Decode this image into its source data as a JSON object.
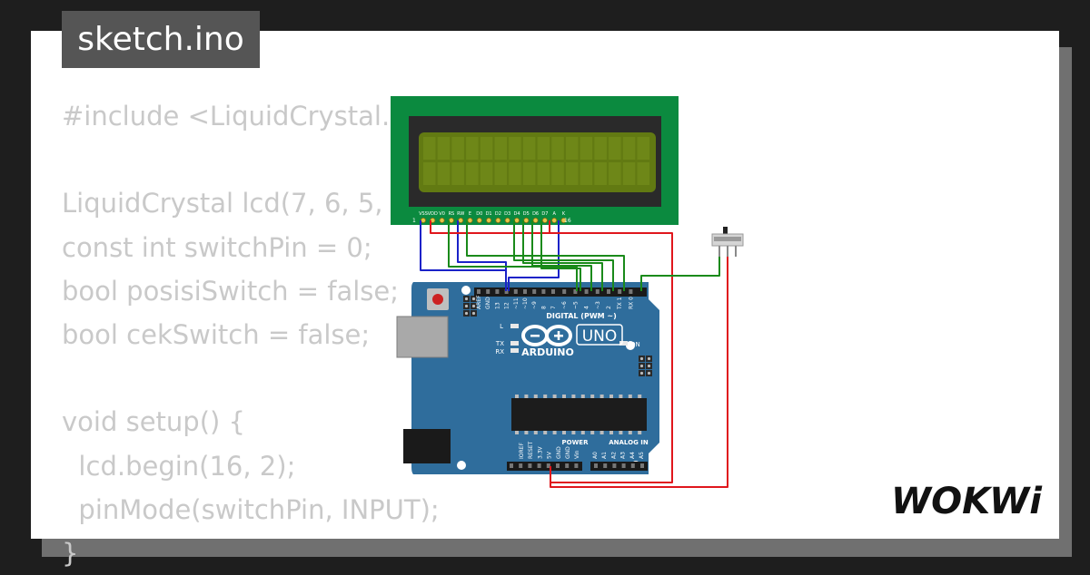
{
  "tab": {
    "filename": "sketch.ino"
  },
  "code_lines": [
    "#include <LiquidCrystal.h>",
    "",
    "LiquidCrystal lcd(7, 6, 5, 4, 3, 2);",
    "const int switchPin = 0;",
    "bool posisiSwitch = false;",
    "bool cekSwitch = false;",
    "",
    "void setup() {",
    "  lcd.begin(16, 2);",
    "  pinMode(switchPin, INPUT);",
    "}"
  ],
  "lcd": {
    "pin_labels": [
      "VSS",
      "VDD",
      "V0",
      "RS",
      "RW",
      "E",
      "D0",
      "D1",
      "D2",
      "D3",
      "D4",
      "D5",
      "D6",
      "D7",
      "A",
      "K"
    ],
    "pin_first": "1",
    "pin_last": "16"
  },
  "arduino": {
    "brand": "ARDUINO",
    "model": "UNO",
    "digital_label": "DIGITAL (PWM ~)",
    "digital_pins": [
      "AREF",
      "GND",
      "13",
      "12",
      "~11",
      "~10",
      "~9",
      "8",
      "7",
      "~6",
      "~5",
      "4",
      "~3",
      "2",
      "TX 1",
      "RX 0"
    ],
    "power_label": "POWER",
    "power_pins": [
      "IOREF",
      "RESET",
      "3.3V",
      "5V",
      "GND",
      "GND",
      "Vin"
    ],
    "analog_label": "ANALOG IN",
    "analog_pins": [
      "A0",
      "A1",
      "A2",
      "A3",
      "A4",
      "A5"
    ],
    "led_labels": {
      "l": "L",
      "tx": "TX",
      "rx": "RX",
      "on": "ON"
    }
  },
  "wires": {
    "gnd_color": "#1a22c8",
    "vcc_color": "#e0161c",
    "signal_color": "#1a8a1a"
  },
  "logo": {
    "text": "WOKWi"
  },
  "colors": {
    "pcb": "#2f6d9c",
    "lcd_board": "#0b8a3f",
    "lcd_screen": "#627a12",
    "code_text": "#c9c9c9",
    "tab_bg": "#555555"
  }
}
